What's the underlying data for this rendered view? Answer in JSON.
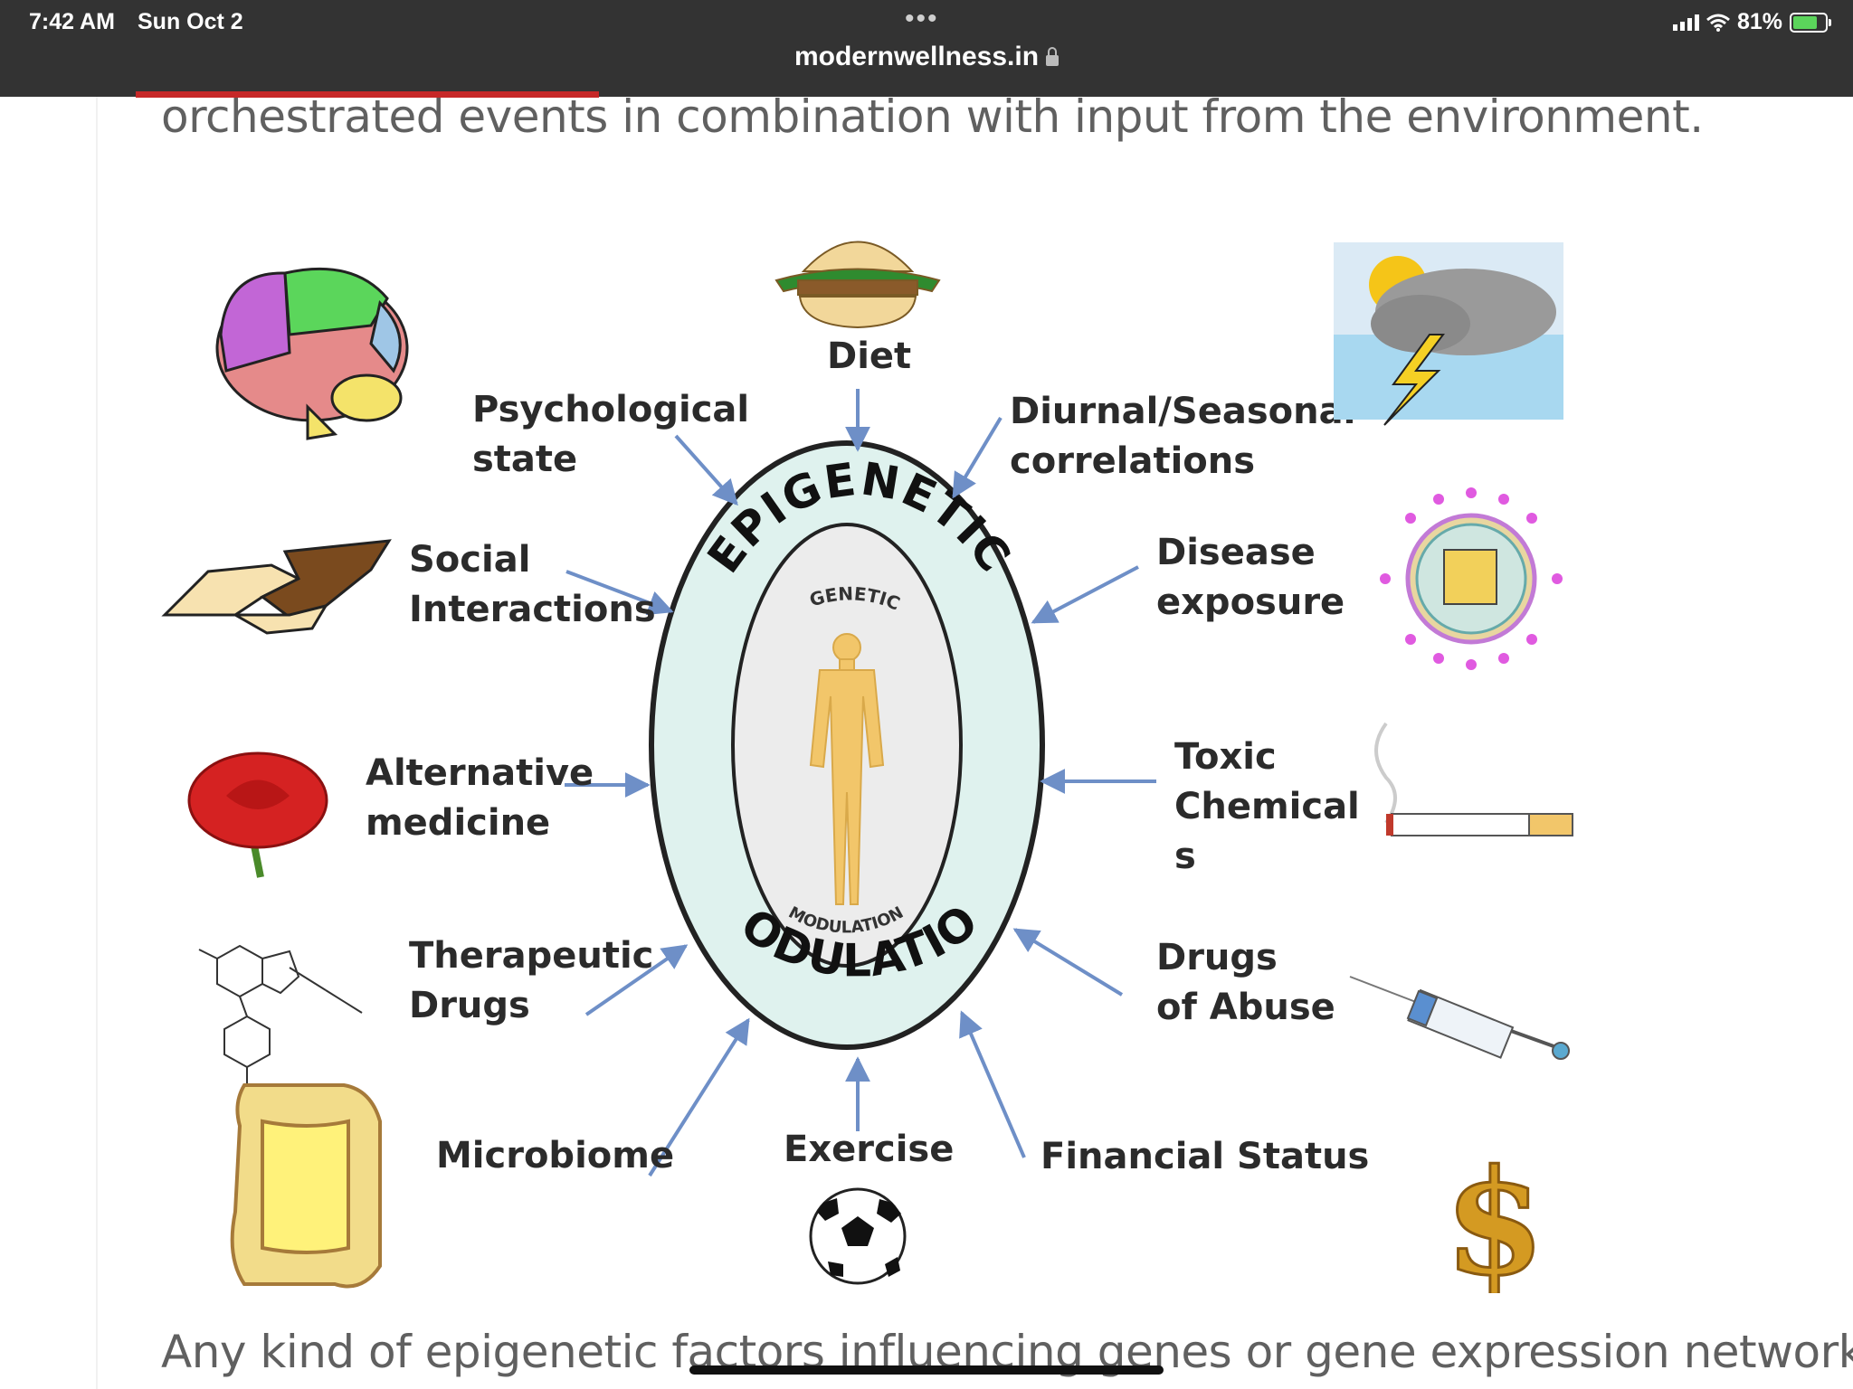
{
  "status_bar": {
    "time": "7:42 AM",
    "date": "Sun Oct 2",
    "battery": "81%",
    "battery_level": 0.81
  },
  "address_bar": {
    "url": "modernwellness.in",
    "menu_dots": "•••",
    "load_progress": 0.25
  },
  "article": {
    "paragraph_top": "orchestrated events in combination with input from the environment.",
    "paragraph_bottom": "Any kind of epigenetic factors influencing genes or gene expression networks c"
  },
  "figure": {
    "ring_label_top": "EPIGENETIC",
    "ring_label_bottom": "MODULATION",
    "inner_label_top": "GENETIC",
    "inner_label_bottom": "MODULATION",
    "factors": {
      "psychological": [
        "Psychological",
        "state"
      ],
      "diet": [
        "Diet"
      ],
      "diurnal": [
        "Diurnal/Seasonal",
        "correlations"
      ],
      "social": [
        "Social",
        "Interactions"
      ],
      "disease": [
        "Disease",
        "exposure"
      ],
      "alternative": [
        "Alternative",
        "medicine"
      ],
      "toxic": [
        "Toxic",
        "Chemical",
        "s"
      ],
      "therapeutic": [
        "Therapeutic",
        "Drugs"
      ],
      "drugs_abuse": [
        "Drugs",
        "of Abuse"
      ],
      "microbiome": [
        "Microbiome"
      ],
      "exercise": [
        "Exercise"
      ],
      "financial": [
        "Financial Status"
      ]
    },
    "colors": {
      "outer_ring": "#dff2ee",
      "inner_ring": "#ececec",
      "arrow": "#6e8fc7",
      "figure_body": "#f2c66a"
    }
  }
}
